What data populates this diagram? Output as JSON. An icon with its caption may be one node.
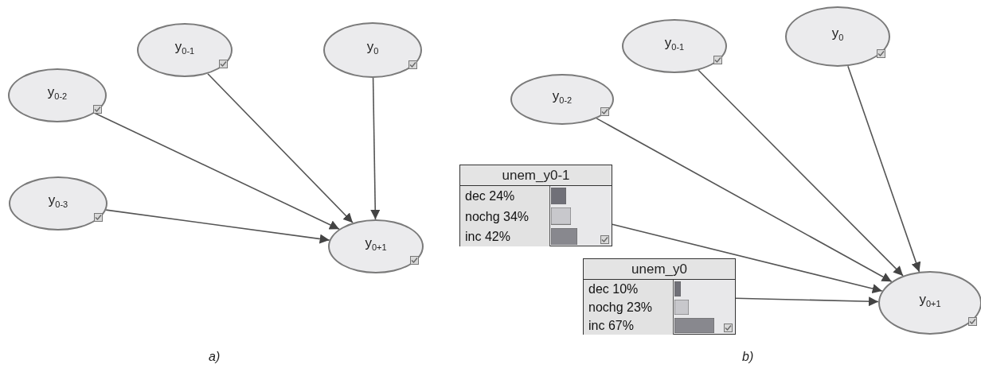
{
  "diagram": {
    "nodes": [
      {
        "text": [
          "y$_{0-1}$"
        ]
      },
      {
        "text": [
          "y$_{0}$"
        ]
      },
      {
        "text": [
          "y$_{0-2}$"
        ]
      },
      {
        "text": [
          "y$_{0-3}$"
        ]
      },
      {
        "text": [
          "y$_{0+1}$"
        ]
      },
      {
        "text": [
          "y$_{0-1}$"
        ]
      },
      {
        "text": [
          "y$_{0}$"
        ]
      },
      {
        "text": [
          "y$_{0-2}$"
        ]
      },
      {
        "text": [
          "unem_y0-1",
          "dec 24%",
          "nochg 34%",
          "inc 42%"
        ]
      },
      {
        "text": [
          "unem_y0",
          "dec 10%",
          "nochg 23%",
          "inc 67%"
        ]
      },
      {
        "text": [
          "y$_{0+1}$"
        ]
      }
    ],
    "edges": [
      {
        "from": 0,
        "to": 4,
        "arrow": "to"
      },
      {
        "from": 1,
        "to": 4,
        "arrow": "to"
      },
      {
        "from": 2,
        "to": 4,
        "arrow": "to"
      },
      {
        "from": 3,
        "to": 4,
        "arrow": "to"
      },
      {
        "from": 5,
        "to": 10,
        "arrow": "to"
      },
      {
        "from": 6,
        "to": 10,
        "arrow": "to"
      },
      {
        "from": 7,
        "to": 10,
        "arrow": "to"
      },
      {
        "from": 8,
        "to": 10,
        "arrow": "to"
      },
      {
        "from": 9,
        "to": 10,
        "arrow": "to"
      }
    ],
    "labels": [
      "a)",
      "b)"
    ]
  }
}
